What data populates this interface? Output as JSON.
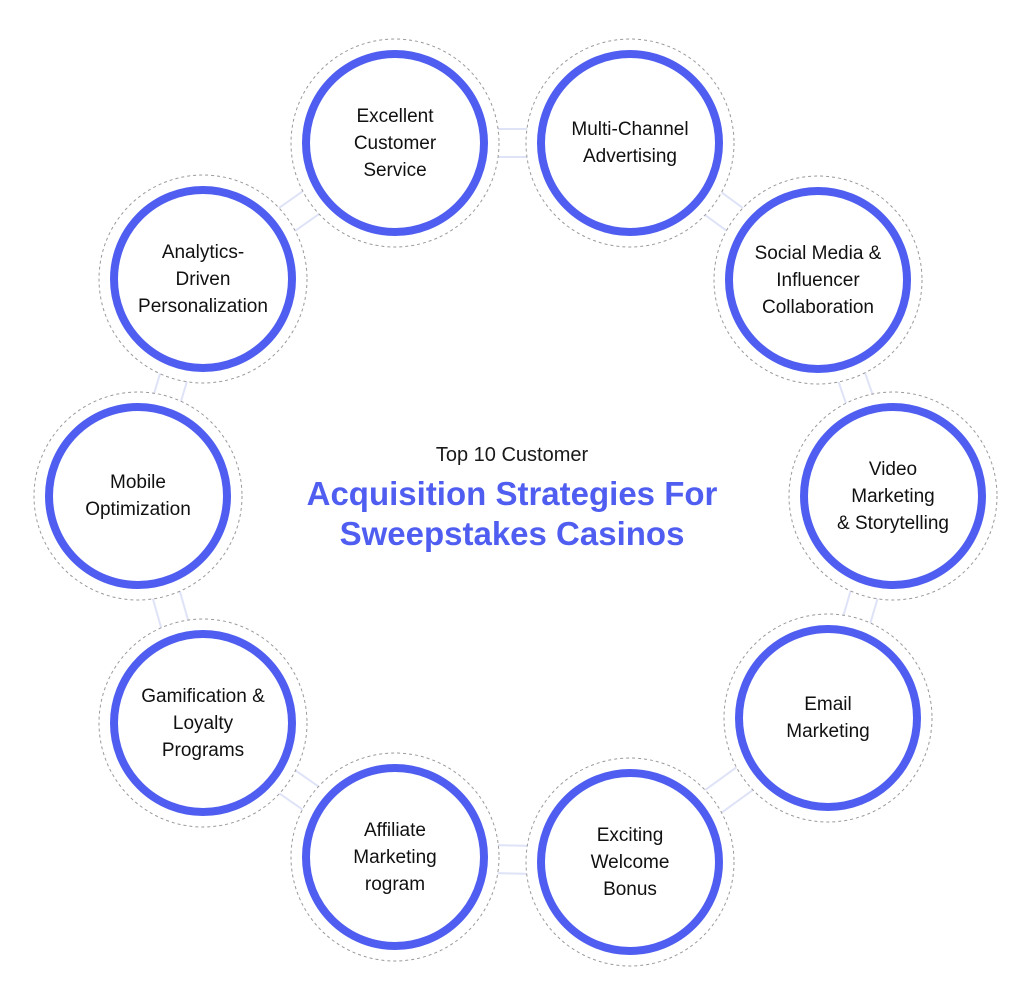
{
  "title": {
    "line1": "Top 10 Customer",
    "line2": "Acquisition Strategies For",
    "line3": "Sweepstakes Casinos"
  },
  "colors": {
    "accent": "#4f5ef0",
    "ring_dash": "#9a9a9a",
    "connector": "#dfe3f7",
    "text": "#111111"
  },
  "nodes": [
    {
      "id": "excellent-customer-service",
      "label": "Excellent\nCustomer\nService"
    },
    {
      "id": "multi-channel-advertising",
      "label": "Multi-Channel\nAdvertising"
    },
    {
      "id": "social-media-influencer",
      "label": "Social Media &\nInfluencer\nCollaboration"
    },
    {
      "id": "video-marketing",
      "label": "Video\nMarketing\n& Storytelling"
    },
    {
      "id": "email-marketing",
      "label": "Email\nMarketing"
    },
    {
      "id": "exciting-welcome-bonus",
      "label": "Exciting\nWelcome\nBonus"
    },
    {
      "id": "affiliate-marketing",
      "label": "Affiliate\nMarketing\nrogram"
    },
    {
      "id": "gamification-loyalty",
      "label": "Gamification &\nLoyalty\nPrograms"
    },
    {
      "id": "mobile-optimization",
      "label": "Mobile\nOptimization"
    },
    {
      "id": "analytics-personalization",
      "label": "Analytics-\nDriven\nPersonalization"
    }
  ]
}
